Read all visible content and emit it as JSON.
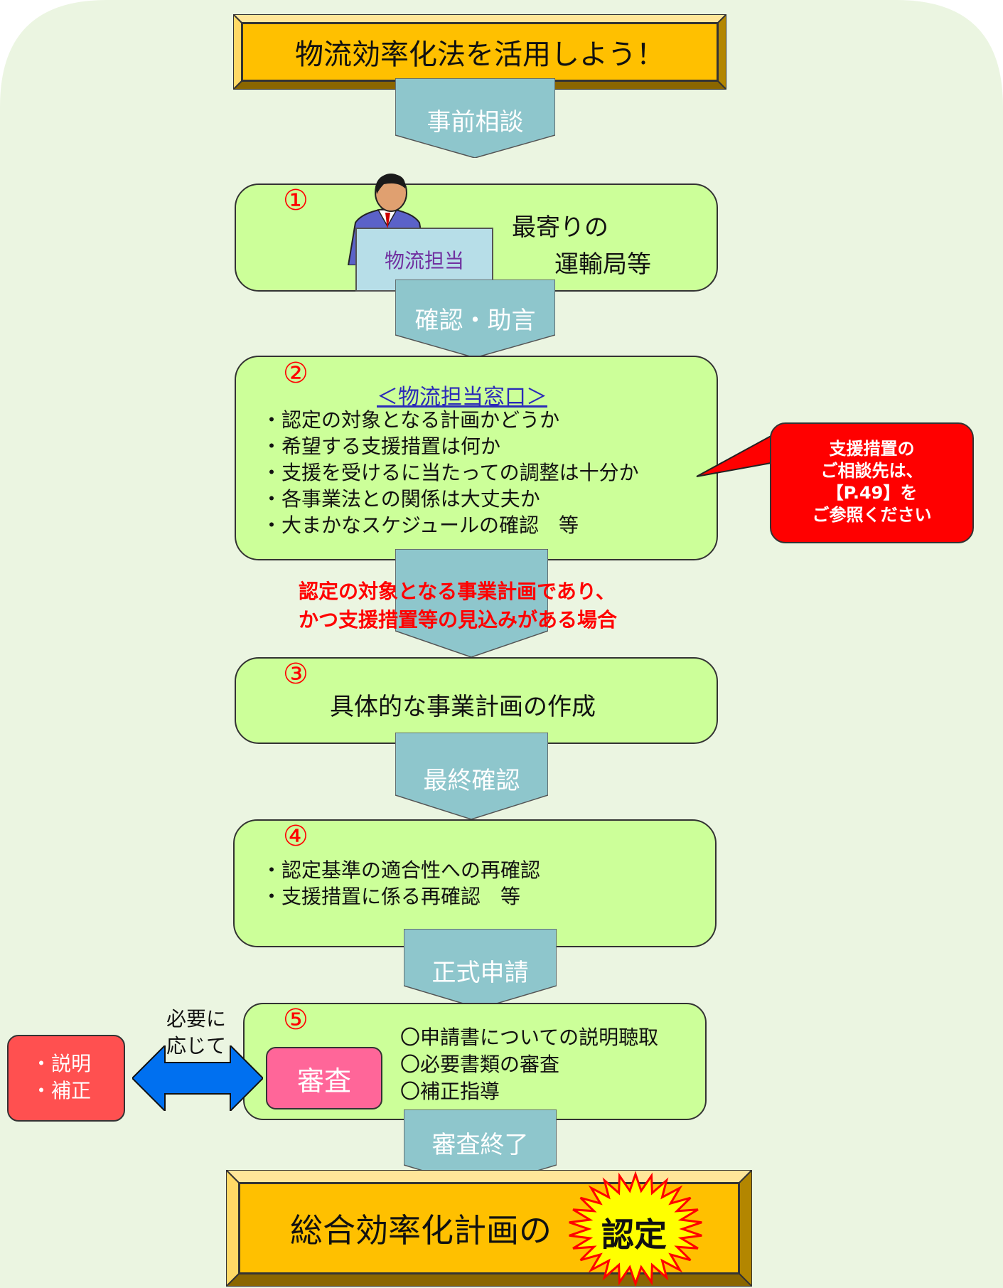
{
  "title": "物流効率化法を活用しよう！",
  "arrows": {
    "a0": "事前相談",
    "a1": "確認・助言",
    "a3": "最終確認",
    "a4": "正式申請",
    "a5": "審査終了"
  },
  "step1": {
    "num": "①",
    "line1": "最寄りの",
    "line2": "運輸局等",
    "badge": "物流担当"
  },
  "step2": {
    "num": "②",
    "header": "＜物流担当窓口＞",
    "bullets": [
      "・認定の対象となる計画かどうか",
      "・希望する支援措置は何か",
      "・支援を受けるに当たっての調整は十分か",
      "・各事業法との関係は大丈夫か",
      "・大まかなスケジュールの確認　等"
    ]
  },
  "callout": {
    "line1": "支援措置の",
    "line2": "ご相談先は、",
    "line3": "【P.49】を",
    "line4": "ご参照ください"
  },
  "condition": {
    "line1": "認定の対象となる事業計画であり、",
    "line2": "かつ支援措置等の見込みがある場合"
  },
  "step3": {
    "num": "③",
    "text": "具体的な事業計画の作成"
  },
  "step4": {
    "num": "④",
    "bullets": [
      "・認定基準の適合性への再確認",
      "・支援措置に係る再確認　等"
    ]
  },
  "step5": {
    "num": "⑤",
    "badge": "審査",
    "items": [
      "〇申請書についての説明聴取",
      "〇必要書類の審査",
      "〇補正指導"
    ]
  },
  "side": {
    "note1": "必要に",
    "note2": "応じて",
    "box1": "・説明",
    "box2": "・補正"
  },
  "final": {
    "text": "総合効率化計画の",
    "burst": "認定"
  },
  "colors": {
    "background": "#ebf5e1",
    "gold": "#ffc000",
    "step": "#ccff99",
    "arrow": "#8ec6cc",
    "red": "#ff0000",
    "pink": "#ff6699",
    "blue": "#0070f0"
  }
}
